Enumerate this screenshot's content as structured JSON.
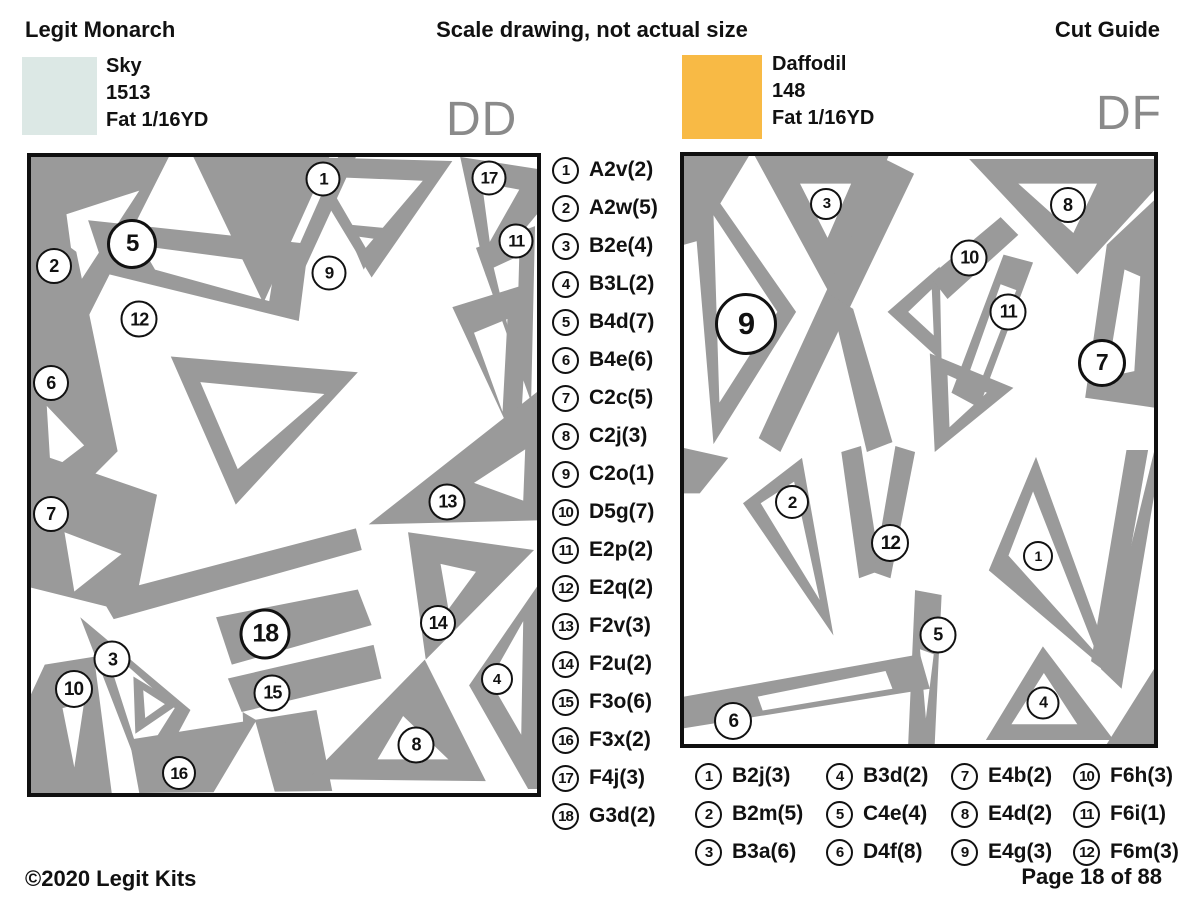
{
  "header": {
    "kit_name": "Legit Monarch",
    "center_note": "Scale drawing, not actual size",
    "page_type": "Cut Guide"
  },
  "fabrics": {
    "dd": {
      "name": "Sky",
      "code": "1513",
      "cut": "Fat 1/16YD",
      "swatch_color": "#DCE8E5",
      "panel_label": "DD"
    },
    "df": {
      "name": "Daffodil",
      "code": "148",
      "cut": "Fat 1/16YD",
      "swatch_color": "#F8BA45",
      "panel_label": "DF"
    }
  },
  "colors": {
    "piece_gray": "#9A9A9A",
    "panel_border": "#101010",
    "panel_label_gray": "#8A8A8A"
  },
  "dd_legend": [
    {
      "num": "1",
      "label": "A2v(2)"
    },
    {
      "num": "2",
      "label": "A2w(5)"
    },
    {
      "num": "3",
      "label": "B2e(4)"
    },
    {
      "num": "4",
      "label": "B3L(2)"
    },
    {
      "num": "5",
      "label": "B4d(7)"
    },
    {
      "num": "6",
      "label": "B4e(6)"
    },
    {
      "num": "7",
      "label": "C2c(5)"
    },
    {
      "num": "8",
      "label": "C2j(3)"
    },
    {
      "num": "9",
      "label": "C2o(1)"
    },
    {
      "num": "10",
      "label": "D5g(7)"
    },
    {
      "num": "11",
      "label": "E2p(2)"
    },
    {
      "num": "12",
      "label": "E2q(2)"
    },
    {
      "num": "13",
      "label": "F2v(3)"
    },
    {
      "num": "14",
      "label": "F2u(2)"
    },
    {
      "num": "15",
      "label": "F3o(6)"
    },
    {
      "num": "16",
      "label": "F3x(2)"
    },
    {
      "num": "17",
      "label": "F4j(3)"
    },
    {
      "num": "18",
      "label": "G3d(2)"
    }
  ],
  "df_legend_columns": [
    [
      {
        "num": "1",
        "label": "B2j(3)"
      },
      {
        "num": "2",
        "label": "B2m(5)"
      },
      {
        "num": "3",
        "label": "B3a(6)"
      }
    ],
    [
      {
        "num": "4",
        "label": "B3d(2)"
      },
      {
        "num": "5",
        "label": "C4e(4)"
      },
      {
        "num": "6",
        "label": "D4f(8)"
      }
    ],
    [
      {
        "num": "7",
        "label": "E4b(2)"
      },
      {
        "num": "8",
        "label": "E4d(2)"
      },
      {
        "num": "9",
        "label": "E4g(3)"
      }
    ],
    [
      {
        "num": "10",
        "label": "F6h(3)"
      },
      {
        "num": "11",
        "label": "F6i(1)"
      },
      {
        "num": "12",
        "label": "F6m(3)"
      }
    ]
  ],
  "dd_markers": [
    {
      "num": "1",
      "x": 57.8,
      "y": 3.4,
      "d": 31
    },
    {
      "num": "17",
      "x": 90.5,
      "y": 3.3,
      "d": 31
    },
    {
      "num": "11",
      "x": 95.9,
      "y": 13.2,
      "d": 31
    },
    {
      "num": "2",
      "x": 4.5,
      "y": 17.2,
      "d": 32
    },
    {
      "num": "5",
      "x": 20.0,
      "y": 13.7,
      "d": 44
    },
    {
      "num": "9",
      "x": 58.9,
      "y": 18.2,
      "d": 31
    },
    {
      "num": "12",
      "x": 21.4,
      "y": 25.5,
      "d": 33
    },
    {
      "num": "6",
      "x": 3.9,
      "y": 35.6,
      "d": 32
    },
    {
      "num": "7",
      "x": 3.9,
      "y": 56.2,
      "d": 32
    },
    {
      "num": "13",
      "x": 82.3,
      "y": 54.2,
      "d": 33
    },
    {
      "num": "18",
      "x": 46.3,
      "y": 75.0,
      "d": 45
    },
    {
      "num": "14",
      "x": 80.4,
      "y": 73.3,
      "d": 32
    },
    {
      "num": "3",
      "x": 16.1,
      "y": 79.0,
      "d": 33
    },
    {
      "num": "10",
      "x": 8.4,
      "y": 83.7,
      "d": 34
    },
    {
      "num": "15",
      "x": 47.7,
      "y": 84.2,
      "d": 33
    },
    {
      "num": "4",
      "x": 92.0,
      "y": 82.1,
      "d": 28
    },
    {
      "num": "8",
      "x": 76.1,
      "y": 92.4,
      "d": 33
    },
    {
      "num": "16",
      "x": 29.2,
      "y": 96.9,
      "d": 30
    }
  ],
  "df_markers": [
    {
      "num": "3",
      "x": 30.3,
      "y": 8.1,
      "d": 28
    },
    {
      "num": "8",
      "x": 81.6,
      "y": 8.4,
      "d": 32
    },
    {
      "num": "10",
      "x": 60.7,
      "y": 17.3,
      "d": 33
    },
    {
      "num": "11",
      "x": 69.0,
      "y": 26.5,
      "d": 33
    },
    {
      "num": "9",
      "x": 13.2,
      "y": 28.5,
      "d": 56
    },
    {
      "num": "7",
      "x": 88.9,
      "y": 35.2,
      "d": 42
    },
    {
      "num": "2",
      "x": 23.0,
      "y": 58.9,
      "d": 30
    },
    {
      "num": "12",
      "x": 43.9,
      "y": 65.9,
      "d": 34
    },
    {
      "num": "1",
      "x": 75.3,
      "y": 68.1,
      "d": 26
    },
    {
      "num": "5",
      "x": 54.0,
      "y": 81.4,
      "d": 33
    },
    {
      "num": "4",
      "x": 76.4,
      "y": 93.1,
      "d": 29
    },
    {
      "num": "6",
      "x": 10.5,
      "y": 96.1,
      "d": 34
    }
  ],
  "footer": {
    "copyright": "©2020",
    "brand": "Legit Kits",
    "page": "Page 18 of 88"
  }
}
